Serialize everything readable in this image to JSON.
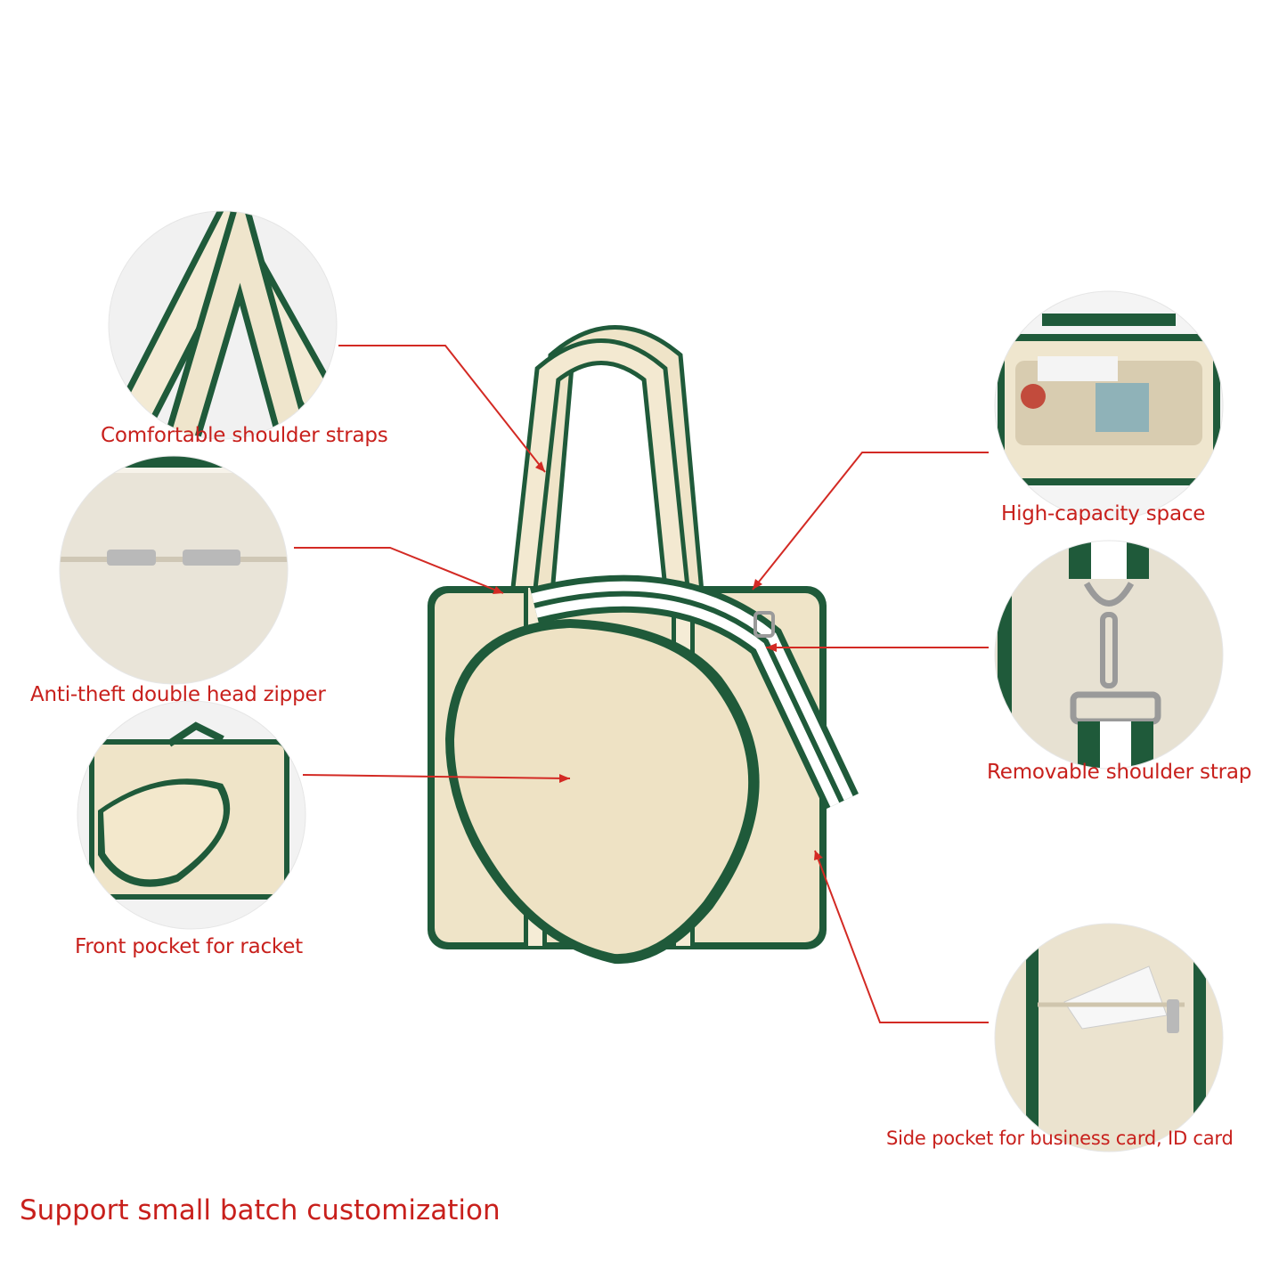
{
  "colors": {
    "label": "#c8201c",
    "canvas": "#f0e6cf",
    "trim": "#1f5a3a",
    "stripe": "#ffffff"
  },
  "features": [
    {
      "id": "straps",
      "label": "Comfortable shoulder straps",
      "icon": "handles-closeup-photo"
    },
    {
      "id": "zipper",
      "label": "Anti-theft double head zipper",
      "icon": "zipper-closeup-photo"
    },
    {
      "id": "racket-pocket",
      "label": "Front pocket for racket",
      "icon": "open-pocket-photo"
    },
    {
      "id": "capacity",
      "label": "High-capacity space",
      "icon": "bag-interior-photo"
    },
    {
      "id": "removable-strap",
      "label": "Removable shoulder strap",
      "icon": "strap-hook-photo"
    },
    {
      "id": "side-pocket",
      "label": "Side pocket for business card, ID card",
      "icon": "side-pocket-photo"
    }
  ],
  "footer_text": "Support small batch customization"
}
